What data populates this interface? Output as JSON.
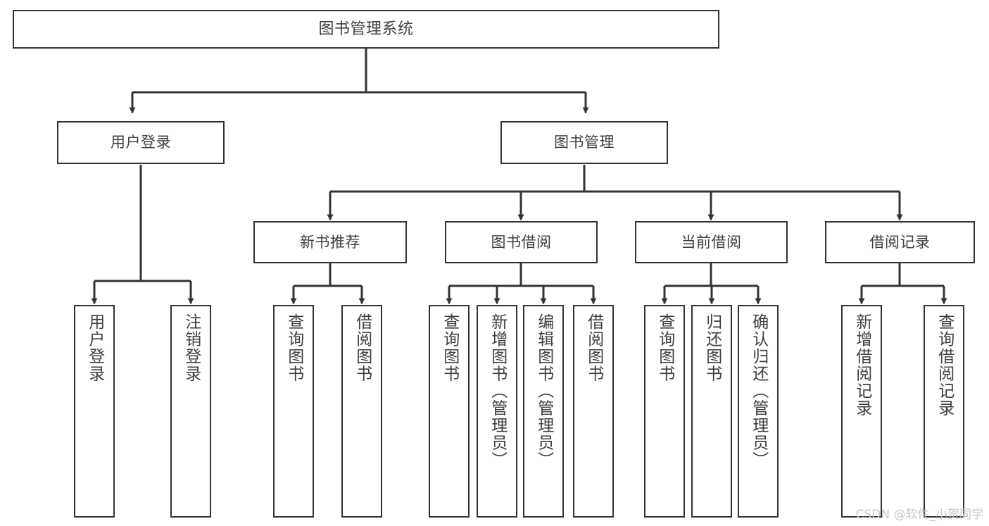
{
  "diagram": {
    "title": "图书管理系统",
    "type": "tree-hierarchy-diagram",
    "colors": {
      "stroke": "#333333",
      "fill": "#ffffff",
      "text": "#3f3f3f",
      "watermark": "#c9c9c9"
    },
    "nodes": {
      "root": {
        "label": "图书管理系统"
      },
      "level2": [
        {
          "label": "用户登录"
        },
        {
          "label": "图书管理"
        }
      ],
      "level3": [
        {
          "label": "新书推荐"
        },
        {
          "label": "图书借阅"
        },
        {
          "label": "当前借阅"
        },
        {
          "label": "借阅记录"
        }
      ],
      "leaves_user_login": [
        {
          "label": "用户登录"
        },
        {
          "label": "注销登录"
        }
      ],
      "leaves_new_book": [
        {
          "label": "查询图书"
        },
        {
          "label": "借阅图书"
        }
      ],
      "leaves_borrow": [
        {
          "label": "查询图书"
        },
        {
          "label": "新增图书（管理员）"
        },
        {
          "label": "编辑图书（管理员）"
        },
        {
          "label": "借阅图书"
        }
      ],
      "leaves_current": [
        {
          "label": "查询图书"
        },
        {
          "label": "归还图书"
        },
        {
          "label": "确认归还（管理员）"
        }
      ],
      "leaves_records": [
        {
          "label": "新增借阅记录"
        },
        {
          "label": "查询借阅记录"
        }
      ]
    },
    "watermark": "CSDN @软件_小贺同学"
  }
}
